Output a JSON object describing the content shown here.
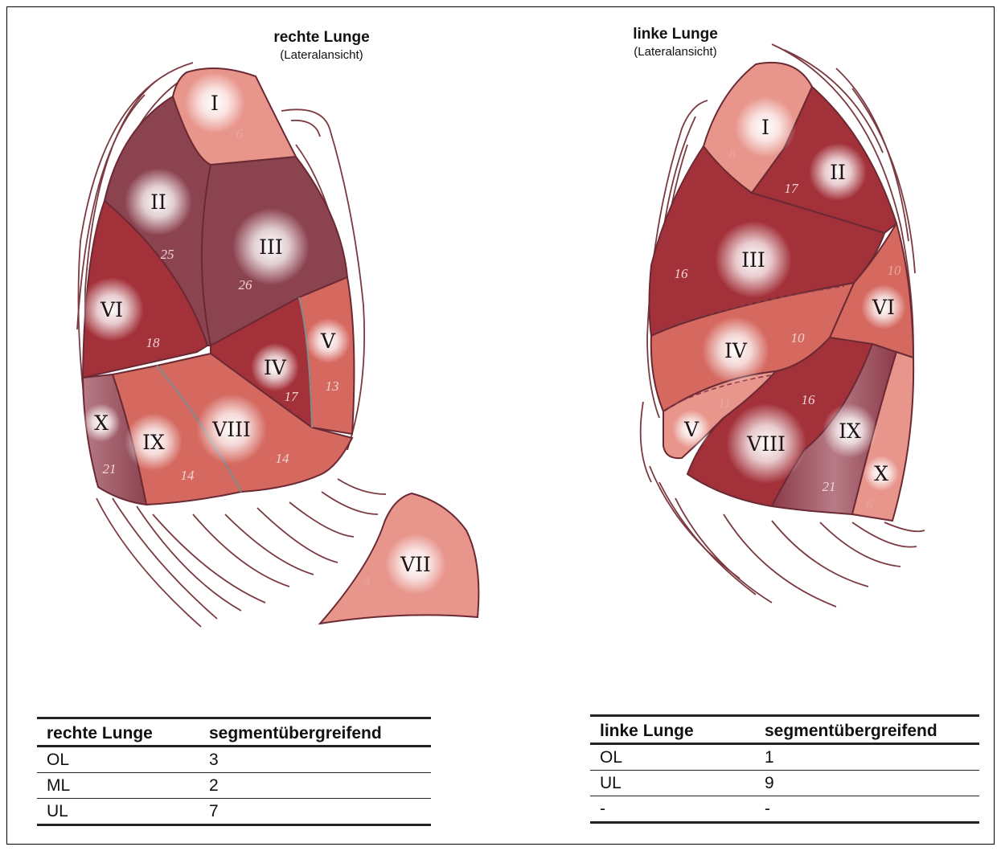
{
  "right": {
    "title": "rechte Lunge",
    "subtitle": "(Lateralansicht)",
    "segments": [
      {
        "label": "I",
        "count": "6"
      },
      {
        "label": "II",
        "count": "25"
      },
      {
        "label": "III",
        "count": "26"
      },
      {
        "label": "IV",
        "count": "17"
      },
      {
        "label": "V",
        "count": "13"
      },
      {
        "label": "VI",
        "count": "18"
      },
      {
        "label": "VII",
        "count": "4"
      },
      {
        "label": "VIII",
        "count": "14"
      },
      {
        "label": "IX",
        "count": "14"
      },
      {
        "label": "X",
        "count": "21"
      }
    ],
    "table": {
      "headers": [
        "rechte Lunge",
        "segmentübergreifend"
      ],
      "rows": [
        [
          "OL",
          "3"
        ],
        [
          "ML",
          "2"
        ],
        [
          "UL",
          "7"
        ]
      ]
    }
  },
  "left": {
    "title": "linke Lunge",
    "subtitle": "(Lateralansicht)",
    "segments": [
      {
        "label": "I",
        "count": "8"
      },
      {
        "label": "II",
        "count": "17"
      },
      {
        "label": "III",
        "count": "16"
      },
      {
        "label": "IV",
        "count": "10"
      },
      {
        "label": "V",
        "count": "11"
      },
      {
        "label": "VI",
        "count": "10"
      },
      {
        "label": "VIII",
        "count": "16"
      },
      {
        "label": "IX",
        "count": "21"
      },
      {
        "label": "X",
        "count": "6"
      }
    ],
    "table": {
      "headers": [
        "linke Lunge",
        "segmentübergreifend"
      ],
      "rows": [
        [
          "OL",
          "1"
        ],
        [
          "UL",
          "9"
        ],
        [
          "-",
          "-"
        ]
      ]
    }
  },
  "colors": {
    "outline": "#6b2a33",
    "rib": "#7a3a40",
    "light": "#e8958c",
    "medium": "#c94e4e",
    "dark": "#a3313a",
    "darkest": "#8c4350"
  }
}
